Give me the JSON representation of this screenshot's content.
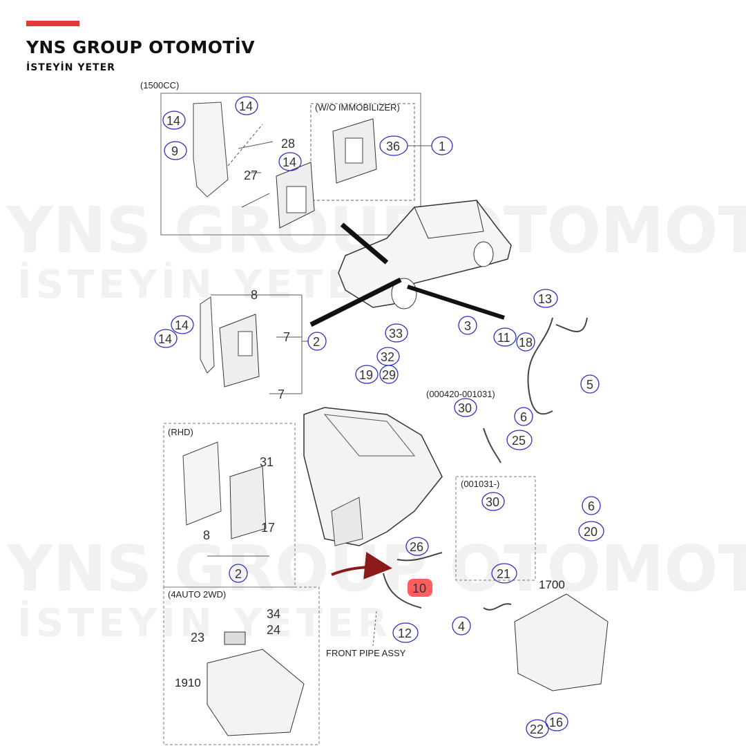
{
  "brand": {
    "title": "YNS GROUP OTOMOTİV",
    "subtitle": "İSTEYİN YETER",
    "accent_color": "#e53935"
  },
  "watermark": {
    "line1": "YNS GROUP OTOMOTİV",
    "line2": "İSTEYİN YETER"
  },
  "diagram": {
    "box_labels": {
      "engine_1500cc": "(1500CC)",
      "wo_immobilizer": "(W/O IMMOBILIZER)",
      "rhd": "(RHD)",
      "auto_2wd": "(4AUTO 2WD)",
      "range_1": "(000420-001031)",
      "range_2": "(001031-)"
    },
    "texts": {
      "front_pipe": "FRONT PIPE ASSY",
      "part_1700": "1700",
      "part_1910": "1910"
    },
    "callouts": {
      "c14a": "14",
      "c14b": "14",
      "c14c": "14",
      "c14d": "14",
      "c14e": "14",
      "c9": "9",
      "c28": "28",
      "c27": "27",
      "c36": "36",
      "c1": "1",
      "c8": "8",
      "c7a": "7",
      "c7b": "7",
      "c2a": "2",
      "c33": "33",
      "c32": "32",
      "c19": "19",
      "c29": "29",
      "c3": "3",
      "c13": "13",
      "c11": "11",
      "c18": "18",
      "c5": "5",
      "c30a": "30",
      "c6a": "6",
      "c25": "25",
      "c31": "31",
      "c17": "17",
      "c8b": "8",
      "c2b": "2",
      "c30b": "30",
      "c6b": "6",
      "c20": "20",
      "c26": "26",
      "c10": "10",
      "c21": "21",
      "c4": "4",
      "c34": "34",
      "c24": "24",
      "c23": "23",
      "c12": "12",
      "c22": "22",
      "c16": "16"
    },
    "highlight_color": "#ff4d4d",
    "callout_ring_color": "#2b2fbf",
    "arrow_color": "#8b1a1a"
  }
}
